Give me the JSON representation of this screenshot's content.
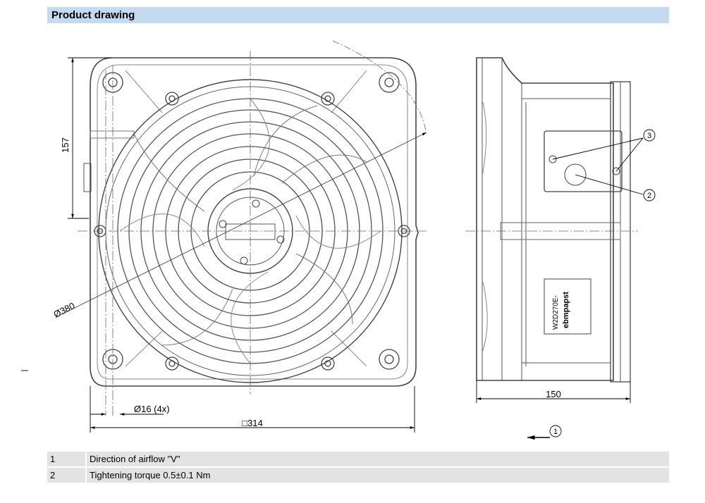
{
  "header": {
    "title": "Product drawing"
  },
  "dimensions": {
    "height_157": "157",
    "diameter_380": "Ø380",
    "hole_16": "Ø16 (4x)",
    "square_314": "□314",
    "depth_150": "150"
  },
  "callouts": {
    "c1": "1",
    "c2": "2",
    "c3": "3"
  },
  "product_label": {
    "model": "W2D270E-",
    "brand": "ebmpapst"
  },
  "legend": [
    {
      "num": "1",
      "text": "Direction of airflow \"V\""
    },
    {
      "num": "2",
      "text": "Tightening torque 0.5±0.1 Nm"
    }
  ]
}
